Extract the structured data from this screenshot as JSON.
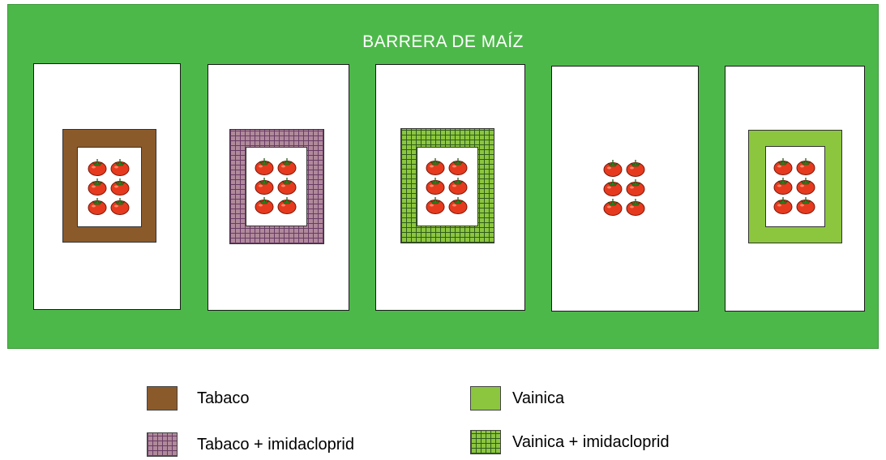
{
  "title": "BARRERA DE MAÍZ",
  "colors": {
    "field": "#4db84a",
    "tabaco": "#8b5a2b",
    "tabaco_imidacloprid_grid": "#6a3c66",
    "vainica": "#8cc63f",
    "vainica_imidacloprid_grid": "#2f5d1a",
    "tomato": "#e63a1e"
  },
  "plots": [
    {
      "border": "tabaco",
      "plant_icon": "tomato-icon",
      "plant_count": 6
    },
    {
      "border": "tabaco_imidacloprid",
      "plant_icon": "tomato-icon",
      "plant_count": 6
    },
    {
      "border": "vainica_imidacloprid",
      "plant_icon": "tomato-icon",
      "plant_count": 6
    },
    {
      "border": "none",
      "plant_icon": "tomato-icon",
      "plant_count": 6
    },
    {
      "border": "vainica",
      "plant_icon": "tomato-icon",
      "plant_count": 6
    }
  ],
  "legend": {
    "tabaco": "Tabaco",
    "tabaco_imidacloprid": "Tabaco + imidacloprid",
    "vainica": "Vainica",
    "vainica_imidacloprid": "Vainica + imidacloprid"
  }
}
